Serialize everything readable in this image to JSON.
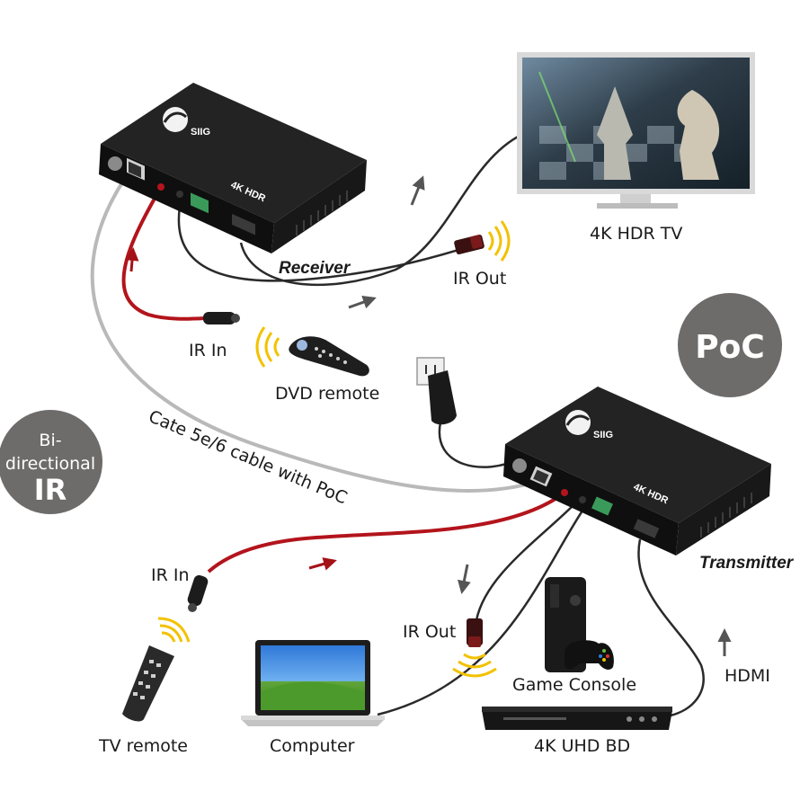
{
  "devices": {
    "receiver": {
      "label": "Receiver",
      "brand": "SIIG",
      "badge": "4K HDR"
    },
    "transmitter": {
      "label": "Transmitter",
      "brand": "SIIG",
      "badge": "4K HDR"
    }
  },
  "labels": {
    "tv": "4K HDR TV",
    "ir_out_top": "IR Out",
    "ir_in_top": "IR In",
    "dvd_remote": "DVD remote",
    "cable": "Cate 5e/6 cable with PoC",
    "ir_in_bottom": "IR In",
    "ir_out_bottom": "IR Out",
    "tv_remote": "TV remote",
    "computer": "Computer",
    "game_console": "Game Console",
    "bluray": "4K UHD BD",
    "hdmi": "HDMI"
  },
  "badges": {
    "poc": "PoC",
    "bidir_line1": "Bi-",
    "bidir_line2": "directional",
    "bidir_line3": "IR"
  },
  "colors": {
    "badge_gray": "#6e6b6b",
    "ir_red": "#b3141c",
    "cable_gray": "#b9b9b9",
    "device_black": "#141414"
  }
}
